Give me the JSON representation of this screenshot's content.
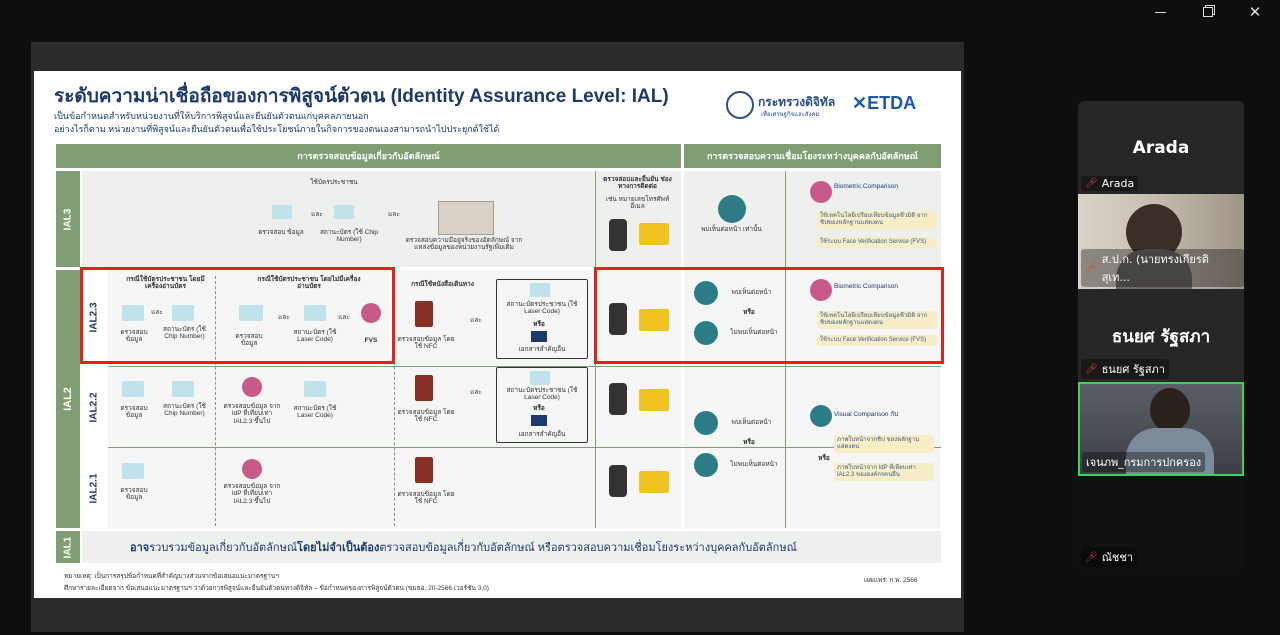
{
  "window": {
    "icons": [
      "minimize-icon",
      "restore-icon",
      "close-icon"
    ]
  },
  "slide": {
    "title": "ระดับความน่าเชื่อถือของการพิสูจน์ตัวตน (Identity Assurance Level: IAL)",
    "subtitle1": "เป็นข้อกำหนดสำหรับหน่วยงานที่ให้บริการพิสูจน์และยืนยันตัวตนแก่บุคคลภายนอก",
    "subtitle2": "อย่างไรก็ตาม หน่วยงานที่พิสูจน์และยืนยันตัวตนเพื่อใช้ประโยชน์ภายในกิจการของตนเองสามารถนำไปประยุกต์ใช้ได้",
    "logo_ministry": "กระทรวงดิจิทัล",
    "logo_ministry_sub": "เพื่อเศรษฐกิจและสังคม",
    "logo_etda": "ETDA",
    "header_left": "การตรวจสอบข้อมูลเกี่ยวกับอัตลักษณ์",
    "header_right": "การตรวจสอบความเชื่อมโยงระหว่างบุคคลกับอัตลักษณ์",
    "levels": {
      "ial3": "IAL3",
      "ial23": "IAL2.3",
      "ial22": "IAL2.2",
      "ial21": "IAL2.1",
      "ial2": "IAL2",
      "ial1": "IAL1"
    },
    "ial3": {
      "idcard_label": "ใช้บัตรประชาชน",
      "check_label": "ตรวจสอบ ข้อมูล",
      "card_label": "สถานะบัตร (ใช้ Chip Number)",
      "and": "และ",
      "govt_label": "ตรวจสอบความมีอยู่จริงของอัตลักษณ์ จากแหล่งข้อมูลของหน่วยงานรัฐเพิ่มเติม",
      "online_label": "ตรวจสอบและยืนยัน ช่องทางการติดต่อ",
      "online_sub": "เช่น หมายเลขโทรศัพท์ อีเมล",
      "f2f": "พบเห็นต่อหน้า เท่านั้น",
      "bio_title": "Biometric Comparison",
      "bio_pill1": "ใช้เทคโนโลยีเปรียบเทียบข้อมูลชีวมิติ จากชิปของหลักฐานแสดงตน",
      "bio_pill2": "ใช้ระบบ Face Verification Service (FVS)"
    },
    "ial23": {
      "c1_title": "กรณีใช้บัตรประชาชน โดยมีเครื่องอ่านบัตร",
      "c2_title": "กรณีใช้บัตรประชาชน โดยไม่มีเครื่องอ่านบัตร",
      "c3_title": "กรณีใช้หนังสือเดินทาง",
      "check": "ตรวจสอบ ข้อมูล",
      "chip": "สถานะบัตร (ใช้ Chip Number)",
      "laser": "สถานะบัตร (ใช้ Laser Code)",
      "fvs": "FVS",
      "nfc": "ตรวจสอบข้อมูล โดยใช้ NFC",
      "and": "และ",
      "or": "หรือ",
      "laser2": "สถานะบัตรประชาชน (ใช้ Laser Code)",
      "other_doc": "เอกสารสำคัญอื่น",
      "f2f": "พบเห็นต่อหน้า",
      "nf2f": "ไม่พบเห็นต่อหน้า",
      "bio_title": "Biometric Comparison",
      "bio_pill1": "ใช้เทคโนโลยีเปรียบเทียบข้อมูลชีวมิติ จากชิปของหลักฐานแสดงตน",
      "bio_pill2": "ใช้ระบบ Face Verification Service (FVS)"
    },
    "ial22": {
      "check": "ตรวจสอบ ข้อมูล",
      "chip": "สถานะบัตร (ใช้ Chip Number)",
      "idp": "ตรวจสอบข้อมูล จาก IdP ที่เทียบเท่า IAL2.3 ขึ้นไป",
      "laser": "สถานะบัตร (ใช้ Laser Code)",
      "nfc": "ตรวจสอบข้อมูล โดยใช้ NFC",
      "and": "และ",
      "laser2": "สถานะบัตรประชาชน (ใช้ Laser Code)",
      "or": "หรือ",
      "other_doc": "เอกสารสำคัญอื่น",
      "f2f": "พบเห็นต่อหน้า",
      "or2": "หรือ",
      "nf2f": "ไม่พบเห็นต่อหน้า",
      "visual_title": "Visual Comparison กับ",
      "vis_pill1": "ภาพใบหน้าจากชิป ของหลักฐานแสดงตน",
      "or3": "หรือ",
      "vis_pill2": "ภาพใบหน้าจาก IdP ที่เทียบเท่า IAL2.3 ขององค์กรคนอื่น"
    },
    "ial21": {
      "check": "ตรวจสอบ ข้อมูล",
      "idp": "ตรวจสอบข้อมูล จาก IdP ที่เทียบเท่า IAL2.3 ขึ้นไป",
      "nfc": "ตรวจสอบข้อมูล โดยใช้ NFC"
    },
    "ial1_text_a": "อาจ",
    "ial1_text_b": "รวบรวมข้อมูลเกี่ยวกับอัตลักษณ์ ",
    "ial1_text_c": "โดยไม่จำเป็นต้อง",
    "ial1_text_d": " ตรวจสอบข้อมูลเกี่ยวกับอัตลักษณ์ หรือตรวจสอบความเชื่อมโยงระหว่างบุคคลกับอัตลักษณ์",
    "note1": "หมายเหตุ: เป็นการสรุปข้อกำหนดที่สำคัญบางส่วนจากข้อเสนอแนะมาตรฐานฯ",
    "note2": "ศึกษารายละเอียดจาก ข้อเสนอแนะมาตรฐานฯ ว่าด้วยการพิสูจน์และยืนยันตัวตนทางดิจิทัล – ข้อกำหนดของการพิสูจน์ตัวตน (ขมธอ. 20-2566 เวอร์ชัน 3.0)",
    "footer_right": "เผยแพร่: ก.พ. 2566"
  },
  "participants": [
    {
      "name": "Arada",
      "label": "Arada",
      "video": false
    },
    {
      "name": "ส.ป.ก. (นายทรงเกียรติ สุเท...",
      "video": true
    },
    {
      "name": "ธนยศ รัฐสภา",
      "label": "ธนยศ รัฐสภา",
      "video": false
    },
    {
      "name": "เจนภพ_กรมการปกครอง",
      "video": true,
      "active": true
    },
    {
      "name": "ณัชชา",
      "video": false
    }
  ]
}
